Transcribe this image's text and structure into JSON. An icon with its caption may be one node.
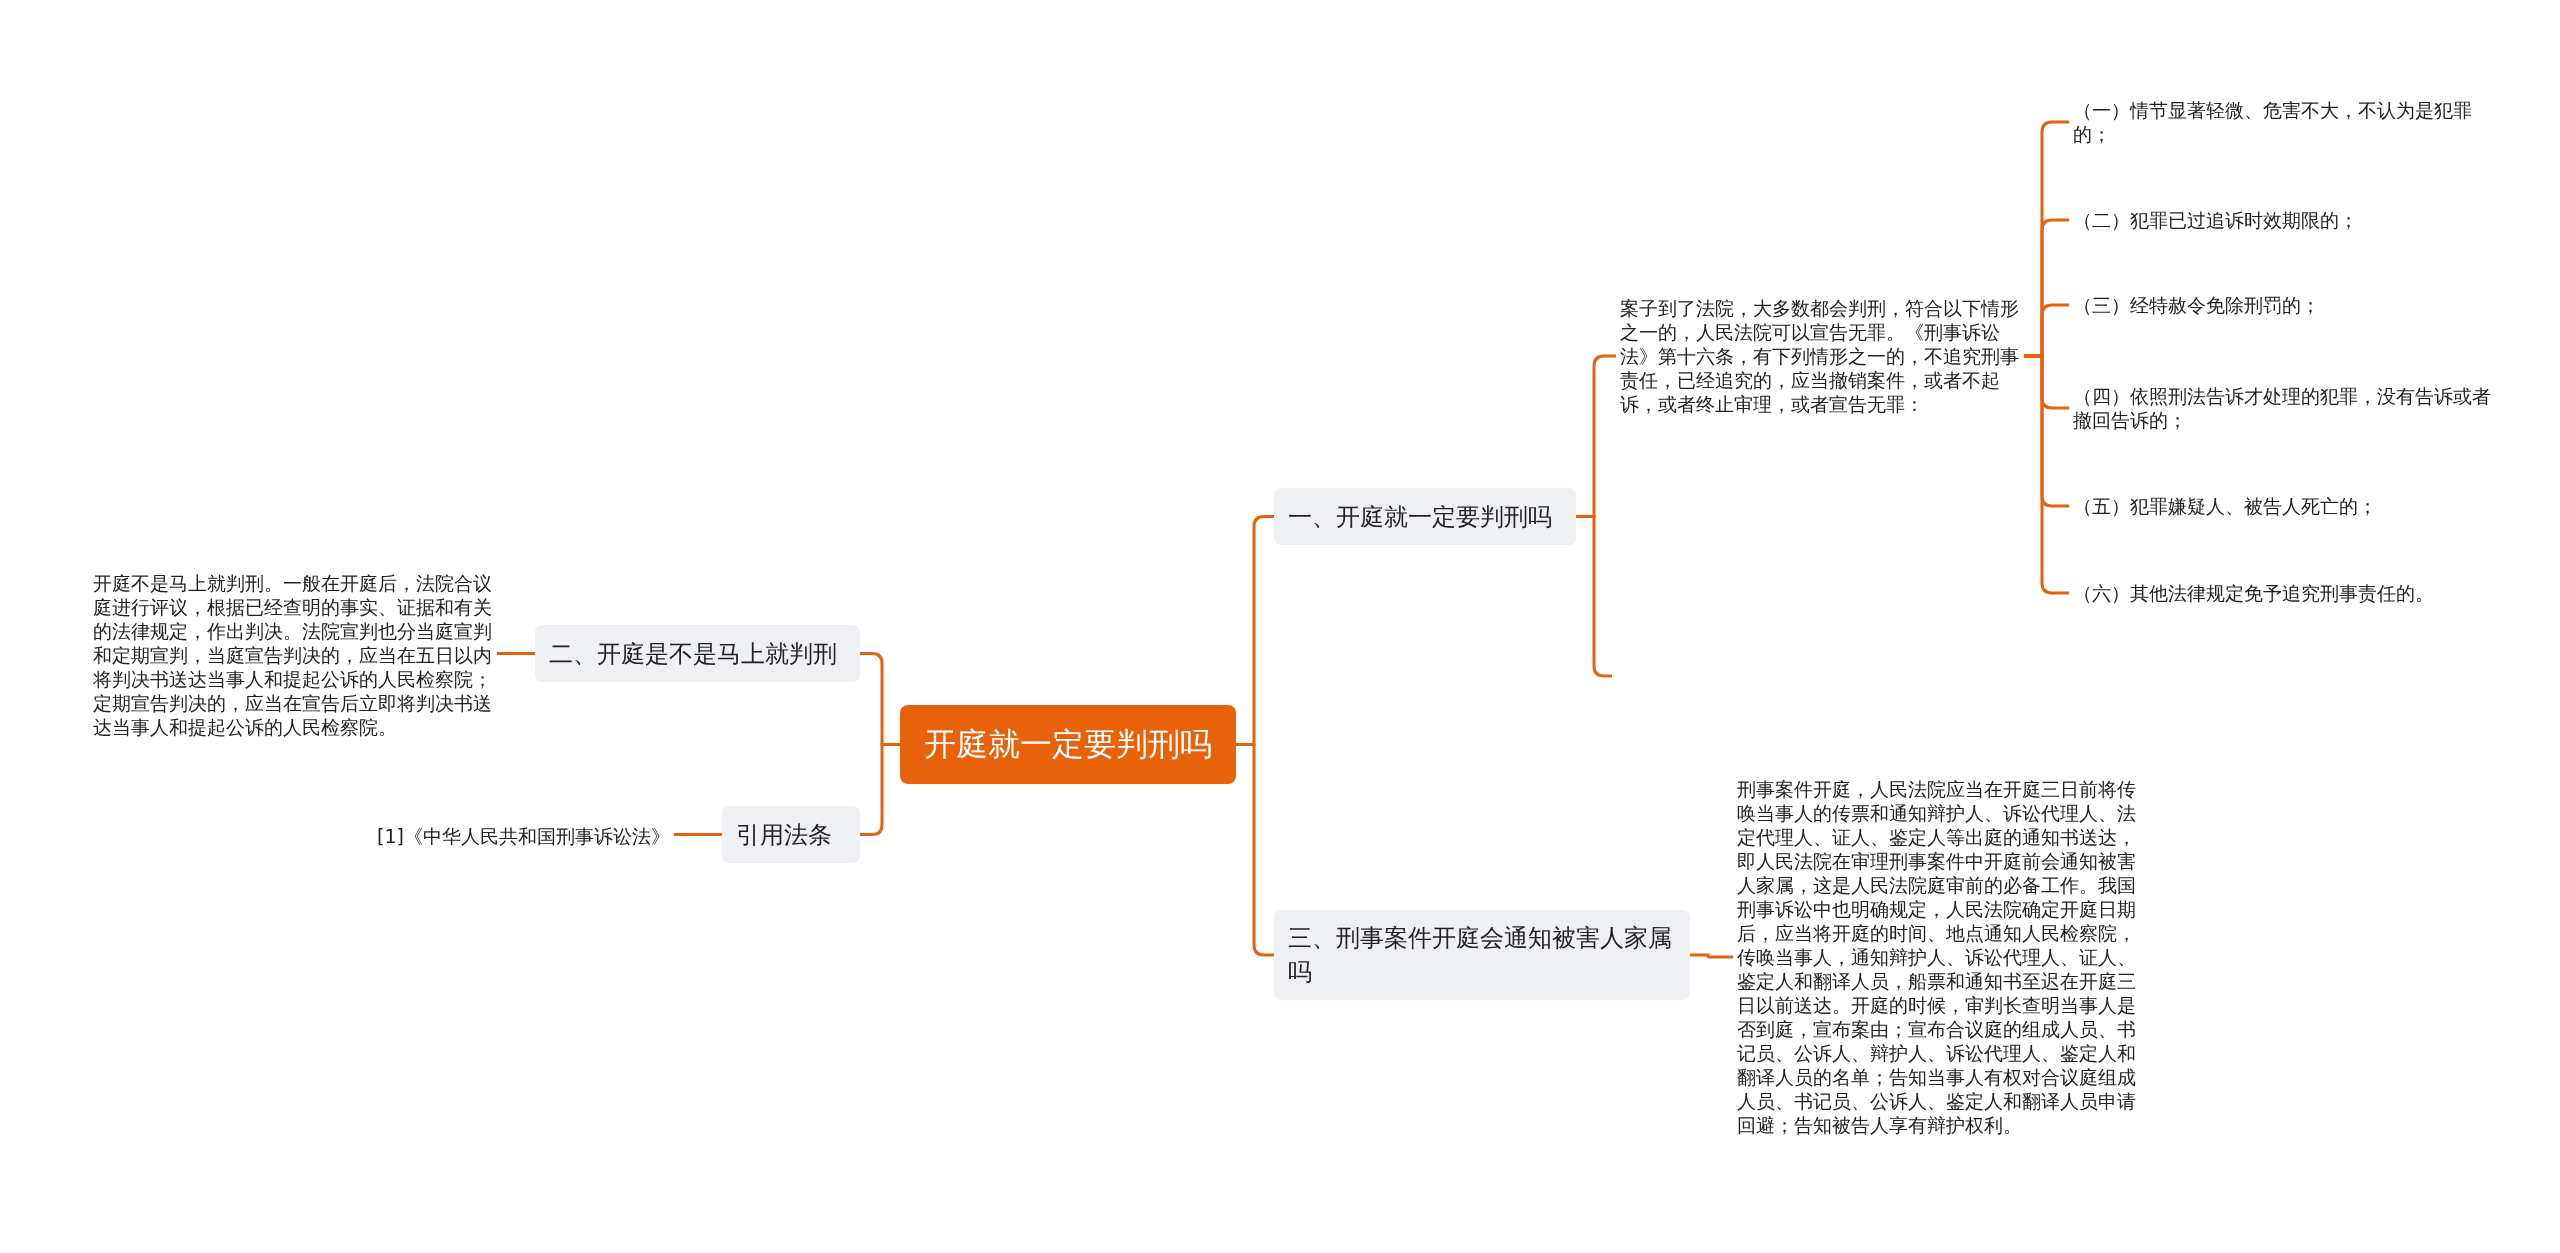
{
  "diagram": {
    "nodes": [
      {
        "text": [
          "开庭就一定要判刑吗"
        ]
      },
      {
        "text": [
          "一、开庭就一定要判刑吗"
        ]
      },
      {
        "text": [
          "案子到了法院，大多数都会判刑，符合以下情形之一的，人民法院可以宣告无罪。《刑事诉讼法》第十六条，有下列情形之一的，不追究刑事责任，已经追究的，应当撤销案件，或者不起诉，或者终止审理，或者宣告无罪："
        ]
      },
      {
        "text": [
          "（一）情节显著轻微、危害不大，不认为是犯罪的；"
        ]
      },
      {
        "text": [
          "（二）犯罪已过追诉时效期限的；"
        ]
      },
      {
        "text": [
          "（三）经特赦令免除刑罚的；"
        ]
      },
      {
        "text": [
          "（四）依照刑法告诉才处理的犯罪，没有告诉或者撤回告诉的；"
        ]
      },
      {
        "text": [
          "（五）犯罪嫌疑人、被告人死亡的；"
        ]
      },
      {
        "text": [
          "（六）其他法律规定免予追究刑事责任的。"
        ]
      },
      {
        "text": [
          "三、刑事案件开庭会通知被害人家属吗"
        ]
      },
      {
        "text": [
          "刑事案件开庭，人民法院应当在开庭三日前将传唤当事人的传票和通知辩护人、诉讼代理人、法定代理人、证人、鉴定人等出庭的通知书送达，即人民法院在审理刑事案件中开庭前会通知被害人家属，这是人民法院庭审前的必备工作。我国刑事诉讼中也明确规定，人民法院确定开庭日期后，应当将开庭的时间、地点通知人民检察院，传唤当事人，通知辩护人、诉讼代理人、证人、鉴定人和翻译人员，船票和通知书至迟在开庭三日以前送达。开庭的时候，审判长查明当事人是否到庭，宣布案由；宣布合议庭的组成人员、书记员、公诉人、辩护人、诉讼代理人、鉴定人和翻译人员的名单；告知当事人有权对合议庭组成人员、书记员、公诉人、鉴定人和翻译人员申请回避；告知被告人享有辩护权利。"
        ]
      },
      {
        "text": [
          "二、开庭是不是马上就判刑"
        ]
      },
      {
        "text": [
          "开庭不是马上就判刑。一般在开庭后，法院合议庭进行评议，根据已经查明的事实、证据和有关的法律规定，作出判决。法院宣判也分当庭宣判和定期宣判，当庭宣告判决的，应当在五日以内将判决书送达当事人和提起公诉的人民检察院；定期宣告判决的，应当在宣告后立即将判决书送达当事人和提起公诉的人民检察院。"
        ]
      },
      {
        "text": [
          "引用法条"
        ]
      },
      {
        "text": [
          "[1]《中华人民共和国刑事诉讼法》"
        ]
      }
    ],
    "edges": [
      {
        "from": 0,
        "to": 1,
        "arrow": "none"
      },
      {
        "from": 1,
        "to": 2,
        "arrow": "none"
      },
      {
        "from": 1,
        "to": null,
        "arrow": "none"
      },
      {
        "from": 2,
        "to": 3,
        "arrow": "none"
      },
      {
        "from": 2,
        "to": 4,
        "arrow": "none"
      },
      {
        "from": 2,
        "to": 5,
        "arrow": "none"
      },
      {
        "from": 2,
        "to": 6,
        "arrow": "none"
      },
      {
        "from": 2,
        "to": 7,
        "arrow": "none"
      },
      {
        "from": 2,
        "to": 8,
        "arrow": "none"
      },
      {
        "from": 0,
        "to": 9,
        "arrow": "none"
      },
      {
        "from": 9,
        "to": 10,
        "arrow": "none"
      },
      {
        "from": 0,
        "to": 11,
        "arrow": "none"
      },
      {
        "from": 11,
        "to": 12,
        "arrow": "none"
      },
      {
        "from": 0,
        "to": 13,
        "arrow": "none"
      },
      {
        "from": 13,
        "to": 14,
        "arrow": "none"
      }
    ]
  }
}
